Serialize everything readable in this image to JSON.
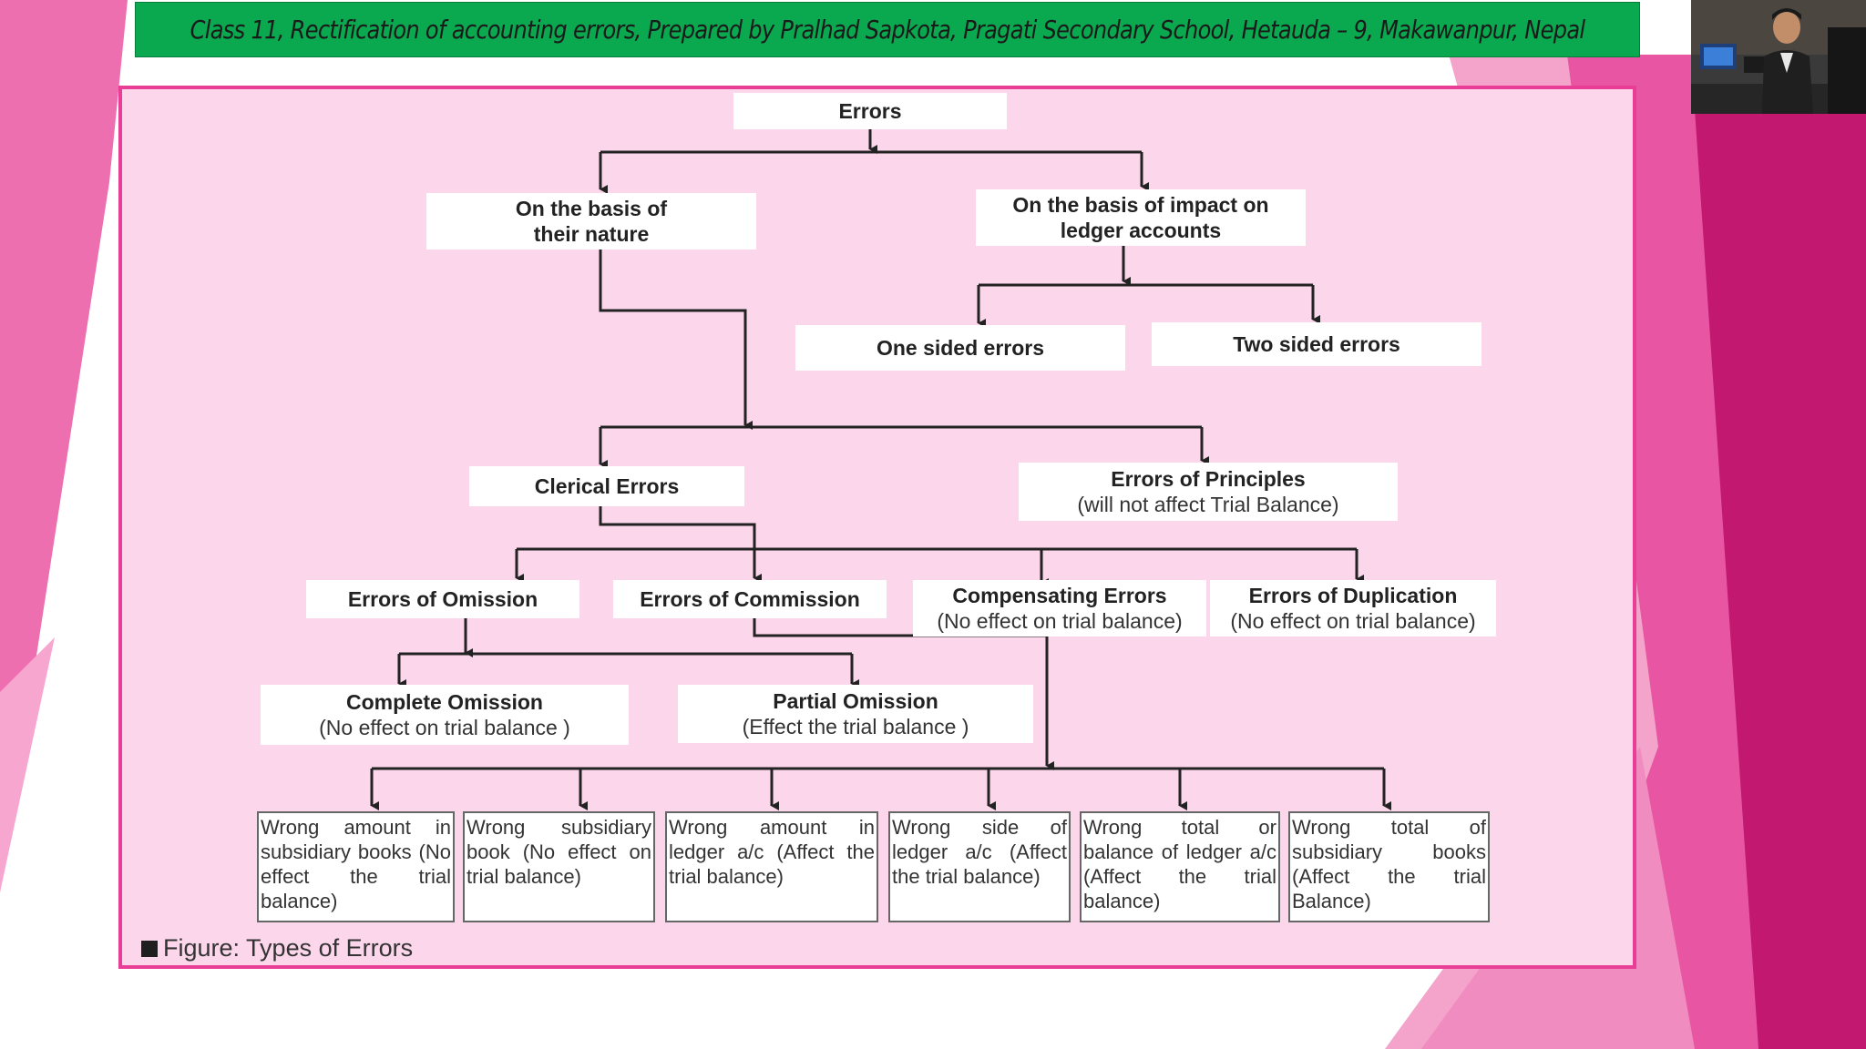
{
  "slide": {
    "banner_title": "Class 11, Rectification of accounting errors, Prepared by Pralhad Sapkota, Pragati Secondary School, Hetauda – 9, Makawanpur, Nepal",
    "colors": {
      "banner": "#0aa84f",
      "accent": "#e83e96",
      "panel": "#fcd6ea",
      "dark_pink": "#c2186f"
    }
  },
  "diagram": {
    "root": "Errors",
    "nature": {
      "line1": "On the basis of",
      "line2": "their nature"
    },
    "impact": {
      "line1": "On the basis of impact on",
      "line2": "ledger accounts"
    },
    "one_sided": "One sided errors",
    "two_sided": "Two sided errors",
    "clerical": "Clerical Errors",
    "principles": {
      "title": "Errors of Principles",
      "note": "(will not affect Trial Balance)"
    },
    "omission": "Errors of Omission",
    "commission": "Errors of Commission",
    "compensating": {
      "title": "Compensating Errors",
      "note": "(No effect on trial balance)"
    },
    "duplication": {
      "title": "Errors of Duplication",
      "note": "(No effect on trial balance)"
    },
    "complete_omission": {
      "title": "Complete Omission",
      "note": "(No effect on trial balance )"
    },
    "partial_omission": {
      "title": "Partial Omission",
      "note": "(Effect the trial balance )"
    },
    "leaves": [
      "Wrong amount in subsidiary books (No effect the trial balance)",
      "Wrong subsidiary book (No effect on trial balance)",
      "Wrong amount in ledger a/c (Affect the trial balance)",
      "Wrong side of ledger a/c (Affect the trial balance)",
      "Wrong total or balance of ledger a/c (Affect the trial balance)",
      "Wrong total of subsidiary books (Affect the trial Balance)"
    ],
    "caption": "Figure: Types of Errors"
  }
}
